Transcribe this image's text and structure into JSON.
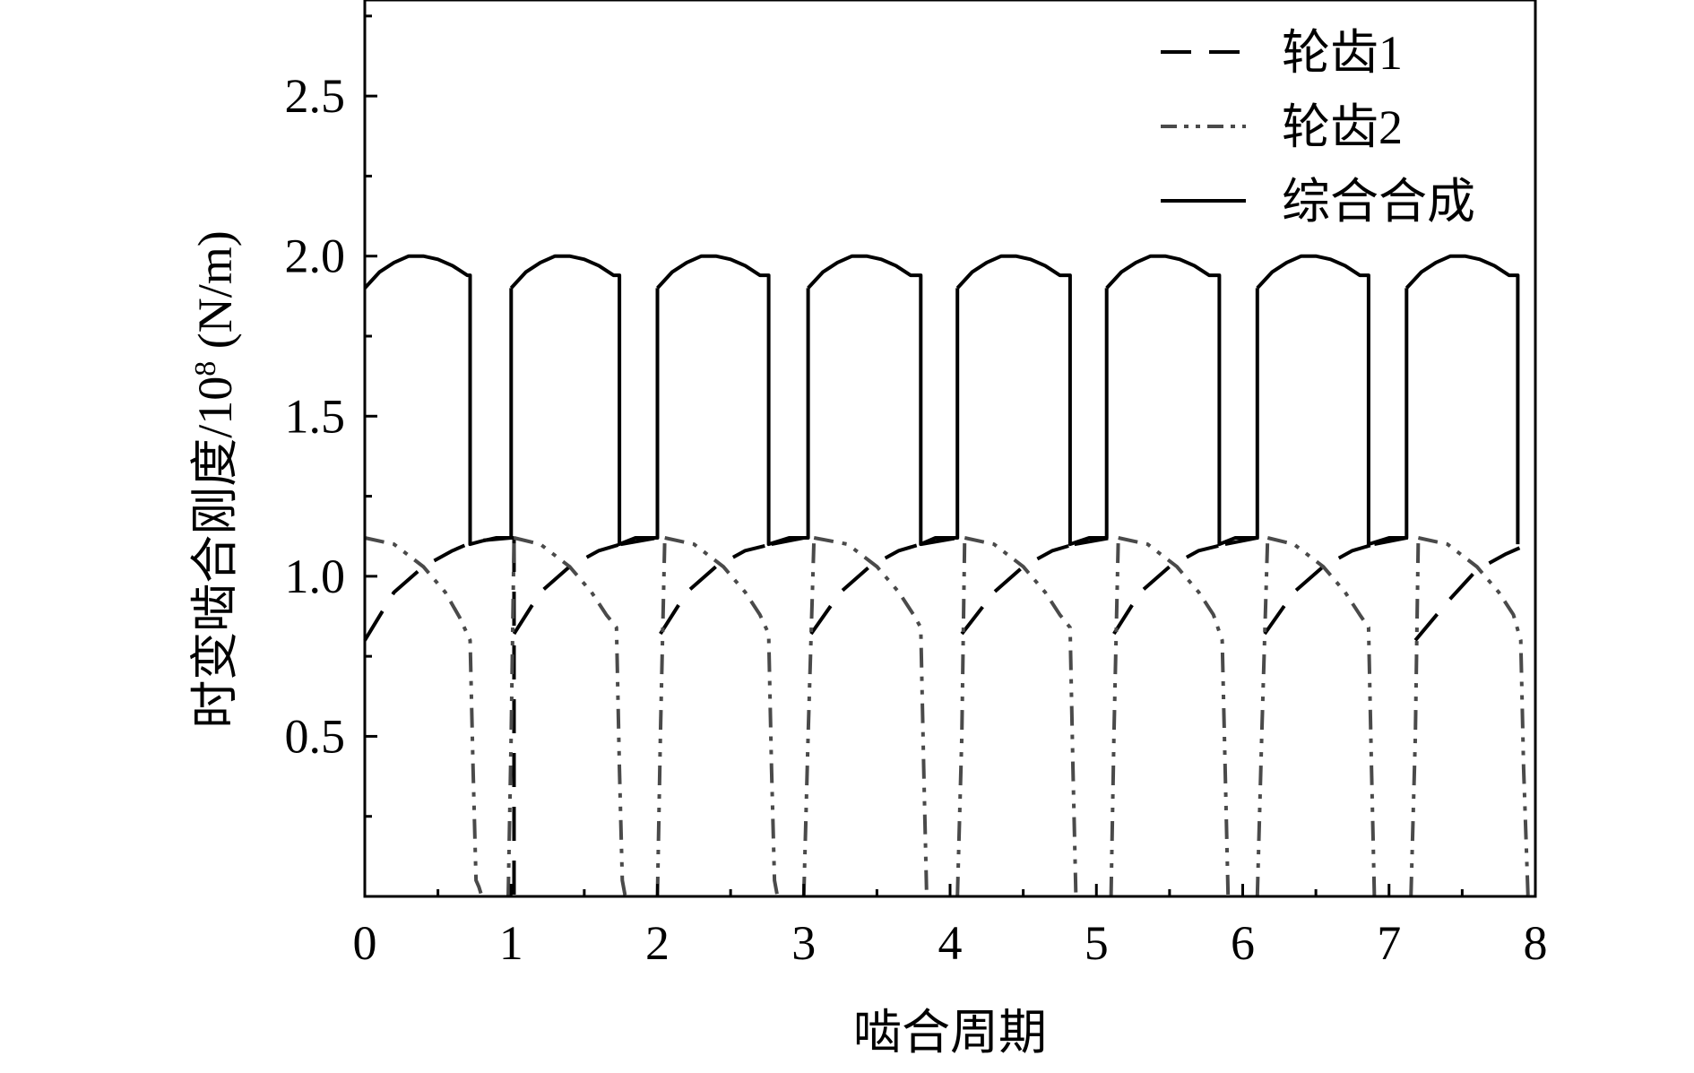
{
  "chart_data": {
    "type": "line",
    "title": "",
    "xlabel": "啮合周期",
    "ylabel": {
      "main": "时变啮合刚度/10",
      "superscript": "8",
      "unit": " (N/m)"
    },
    "xlim": [
      0,
      8
    ],
    "ylim": [
      0,
      2.8
    ],
    "xticks": [
      0,
      1,
      2,
      3,
      4,
      5,
      6,
      7,
      8
    ],
    "xtick_labels": [
      "0",
      "1",
      "2",
      "3",
      "4",
      "5",
      "6",
      "7",
      "8"
    ],
    "yticks": [
      0.5,
      1.0,
      1.5,
      2.0,
      2.5
    ],
    "ytick_labels": [
      "0.5",
      "1.0",
      "1.5",
      "2.0",
      "2.5"
    ],
    "grid": false,
    "legend_position": "top-right",
    "colors": {
      "tooth1": "#000000",
      "tooth2": "#4a4a4a",
      "combined": "#000000"
    },
    "series": [
      {
        "name": "轮齿1",
        "style": "dashed",
        "segments": [
          {
            "x": [
              0.0,
              0.2,
              0.4,
              0.6,
              0.75,
              1.0
            ],
            "y": [
              0.8,
              0.95,
              1.03,
              1.08,
              1.11,
              1.12
            ]
          },
          {
            "x": [
              1.0,
              1.02
            ],
            "y": [
              1.12,
              1.12
            ]
          },
          {
            "x": [
              1.02,
              1.02
            ],
            "y": [
              1.12,
              0.0
            ]
          },
          {
            "x": [
              1.02,
              1.2,
              1.4,
              1.6,
              1.75
            ],
            "y": [
              0.82,
              0.95,
              1.03,
              1.08,
              1.1
            ]
          },
          {
            "x": [
              1.75,
              2.0,
              2.02
            ],
            "y": [
              1.1,
              1.12,
              1.12
            ]
          },
          {
            "x": [
              2.02,
              2.2,
              2.4,
              2.6,
              2.78
            ],
            "y": [
              0.82,
              0.95,
              1.03,
              1.08,
              1.1
            ]
          },
          {
            "x": [
              2.78,
              3.0,
              3.05
            ],
            "y": [
              1.1,
              1.12,
              1.12
            ]
          },
          {
            "x": [
              3.05,
              3.25,
              3.45,
              3.65,
              3.8
            ],
            "y": [
              0.82,
              0.95,
              1.03,
              1.08,
              1.1
            ]
          },
          {
            "x": [
              3.8,
              4.05,
              4.08
            ],
            "y": [
              1.1,
              1.12,
              1.12
            ]
          },
          {
            "x": [
              4.08,
              4.3,
              4.5,
              4.7,
              4.85
            ],
            "y": [
              0.82,
              0.95,
              1.03,
              1.08,
              1.1
            ]
          },
          {
            "x": [
              4.85,
              5.1,
              5.12
            ],
            "y": [
              1.1,
              1.12,
              1.12
            ]
          },
          {
            "x": [
              5.12,
              5.3,
              5.5,
              5.7,
              5.88
            ],
            "y": [
              0.82,
              0.95,
              1.03,
              1.08,
              1.1
            ]
          },
          {
            "x": [
              5.88,
              6.1,
              6.15
            ],
            "y": [
              1.1,
              1.12,
              1.12
            ]
          },
          {
            "x": [
              6.15,
              6.35,
              6.55,
              6.75,
              6.9
            ],
            "y": [
              0.82,
              0.95,
              1.03,
              1.08,
              1.1
            ]
          },
          {
            "x": [
              6.9,
              7.12,
              7.18
            ],
            "y": [
              1.1,
              1.12,
              1.12
            ]
          },
          {
            "x": [
              7.18,
              7.4,
              7.6,
              7.8,
              7.95
            ],
            "y": [
              0.8,
              0.92,
              1.02,
              1.07,
              1.1
            ]
          }
        ]
      },
      {
        "name": "轮齿2",
        "style": "dashdotdot",
        "segments": [
          {
            "x": [
              0.0,
              0.2,
              0.4,
              0.55,
              0.65,
              0.72,
              0.74,
              0.76,
              0.78,
              0.8
            ],
            "y": [
              1.12,
              1.1,
              1.03,
              0.95,
              0.87,
              0.8,
              0.4,
              0.05,
              0.03,
              0.0
            ]
          },
          {
            "x": [
              0.98,
              1.0,
              1.02
            ],
            "y": [
              0.0,
              0.5,
              1.12
            ]
          },
          {
            "x": [
              1.02,
              1.2,
              1.4,
              1.55,
              1.65,
              1.72,
              1.74,
              1.76,
              1.78
            ],
            "y": [
              1.12,
              1.1,
              1.03,
              0.95,
              0.88,
              0.84,
              0.4,
              0.05,
              0.0
            ]
          },
          {
            "x": [
              2.0,
              2.02,
              2.05
            ],
            "y": [
              0.0,
              0.5,
              1.12
            ]
          },
          {
            "x": [
              2.05,
              2.25,
              2.45,
              2.6,
              2.7,
              2.76,
              2.78,
              2.8,
              2.82
            ],
            "y": [
              1.12,
              1.1,
              1.03,
              0.95,
              0.88,
              0.82,
              0.4,
              0.05,
              0.0
            ]
          },
          {
            "x": [
              3.0,
              3.03,
              3.07
            ],
            "y": [
              0.0,
              0.5,
              1.12
            ]
          },
          {
            "x": [
              3.07,
              3.3,
              3.5,
              3.65,
              3.75,
              3.8,
              3.82,
              3.84
            ],
            "y": [
              1.12,
              1.1,
              1.03,
              0.95,
              0.88,
              0.84,
              0.4,
              0.0
            ]
          },
          {
            "x": [
              4.05,
              4.08,
              4.1
            ],
            "y": [
              0.0,
              0.5,
              1.12
            ]
          },
          {
            "x": [
              4.1,
              4.3,
              4.5,
              4.65,
              4.75,
              4.82,
              4.84,
              4.86
            ],
            "y": [
              1.12,
              1.1,
              1.03,
              0.95,
              0.88,
              0.84,
              0.4,
              0.0
            ]
          },
          {
            "x": [
              5.1,
              5.12,
              5.15
            ],
            "y": [
              0.0,
              0.5,
              1.12
            ]
          },
          {
            "x": [
              5.15,
              5.35,
              5.55,
              5.7,
              5.8,
              5.86,
              5.88,
              5.9
            ],
            "y": [
              1.12,
              1.1,
              1.03,
              0.95,
              0.88,
              0.8,
              0.4,
              0.0
            ]
          },
          {
            "x": [
              6.1,
              6.13,
              6.17
            ],
            "y": [
              0.0,
              0.5,
              1.12
            ]
          },
          {
            "x": [
              6.17,
              6.35,
              6.55,
              6.7,
              6.8,
              6.86,
              6.88,
              6.9
            ],
            "y": [
              1.12,
              1.1,
              1.03,
              0.95,
              0.88,
              0.84,
              0.4,
              0.0
            ]
          },
          {
            "x": [
              7.15,
              7.18,
              7.2
            ],
            "y": [
              0.0,
              0.5,
              1.12
            ]
          },
          {
            "x": [
              7.2,
              7.4,
              7.6,
              7.75,
              7.85,
              7.9,
              7.92,
              7.95
            ],
            "y": [
              1.12,
              1.1,
              1.03,
              0.95,
              0.88,
              0.8,
              0.4,
              0.0
            ]
          }
        ]
      },
      {
        "name": "综合合成",
        "style": "solid",
        "segments": [
          {
            "x": [
              0.0,
              0.1,
              0.2,
              0.3,
              0.4,
              0.5,
              0.6,
              0.7,
              0.72,
              0.72,
              0.8,
              0.9,
              1.0,
              1.0,
              1.0
            ],
            "y": [
              1.9,
              1.95,
              1.98,
              2.0,
              2.0,
              1.99,
              1.97,
              1.94,
              1.94,
              1.1,
              1.11,
              1.12,
              1.12,
              1.9,
              1.9
            ]
          },
          {
            "x": [
              1.0,
              1.1,
              1.2,
              1.3,
              1.4,
              1.5,
              1.6,
              1.7,
              1.74,
              1.74,
              1.85,
              2.0,
              2.0
            ],
            "y": [
              1.9,
              1.95,
              1.98,
              2.0,
              2.0,
              1.99,
              1.97,
              1.94,
              1.94,
              1.1,
              1.12,
              1.12,
              1.9
            ]
          },
          {
            "x": [
              2.0,
              2.1,
              2.2,
              2.3,
              2.4,
              2.5,
              2.6,
              2.7,
              2.76,
              2.76,
              2.9,
              3.03,
              3.03
            ],
            "y": [
              1.9,
              1.95,
              1.98,
              2.0,
              2.0,
              1.99,
              1.97,
              1.94,
              1.94,
              1.1,
              1.12,
              1.12,
              1.9
            ]
          },
          {
            "x": [
              3.03,
              3.13,
              3.23,
              3.33,
              3.43,
              3.53,
              3.63,
              3.73,
              3.8,
              3.8,
              3.9,
              4.05,
              4.05
            ],
            "y": [
              1.9,
              1.95,
              1.98,
              2.0,
              2.0,
              1.99,
              1.97,
              1.94,
              1.94,
              1.1,
              1.12,
              1.12,
              1.9
            ]
          },
          {
            "x": [
              4.05,
              4.15,
              4.25,
              4.35,
              4.45,
              4.55,
              4.65,
              4.75,
              4.82,
              4.82,
              4.95,
              5.07,
              5.07
            ],
            "y": [
              1.9,
              1.95,
              1.98,
              2.0,
              2.0,
              1.99,
              1.97,
              1.94,
              1.94,
              1.1,
              1.12,
              1.12,
              1.9
            ]
          },
          {
            "x": [
              5.07,
              5.17,
              5.27,
              5.37,
              5.47,
              5.57,
              5.67,
              5.77,
              5.84,
              5.84,
              5.95,
              6.1,
              6.1
            ],
            "y": [
              1.9,
              1.95,
              1.98,
              2.0,
              2.0,
              1.99,
              1.97,
              1.94,
              1.94,
              1.1,
              1.12,
              1.12,
              1.9
            ]
          },
          {
            "x": [
              6.1,
              6.2,
              6.3,
              6.4,
              6.5,
              6.6,
              6.7,
              6.8,
              6.86,
              6.86,
              7.0,
              7.12,
              7.12
            ],
            "y": [
              1.9,
              1.95,
              1.98,
              2.0,
              2.0,
              1.99,
              1.97,
              1.94,
              1.94,
              1.1,
              1.12,
              1.12,
              1.9
            ]
          },
          {
            "x": [
              7.12,
              7.22,
              7.32,
              7.42,
              7.52,
              7.62,
              7.72,
              7.82,
              7.88,
              7.88,
              7.88
            ],
            "y": [
              1.9,
              1.95,
              1.98,
              2.0,
              2.0,
              1.99,
              1.97,
              1.94,
              1.94,
              1.1,
              1.1
            ]
          }
        ]
      }
    ]
  }
}
